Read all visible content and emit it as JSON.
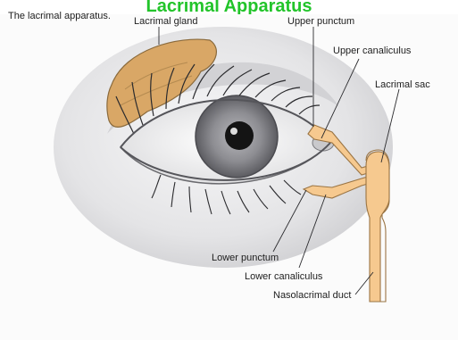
{
  "page": {
    "banner_text": "Lacrimal Apparatus",
    "figure_caption": "The lacrimal apparatus."
  },
  "labels": {
    "lacrimal_gland": "Lacrimal gland",
    "upper_punctum": "Upper punctum",
    "upper_canaliculus": "Upper canaliculus",
    "lacrimal_sac": "Lacrimal sac",
    "lower_punctum": "Lower punctum",
    "lower_canaliculus": "Lower canaliculus",
    "nasolacrimal_duct": "Nasolacrimal duct"
  },
  "colors": {
    "banner_green": "#22c42a",
    "duct_fill": "#f6c98f",
    "gland_fill": "#d9a766",
    "iris": "#8c8c90",
    "skin_shadow": "#d8d8da"
  }
}
